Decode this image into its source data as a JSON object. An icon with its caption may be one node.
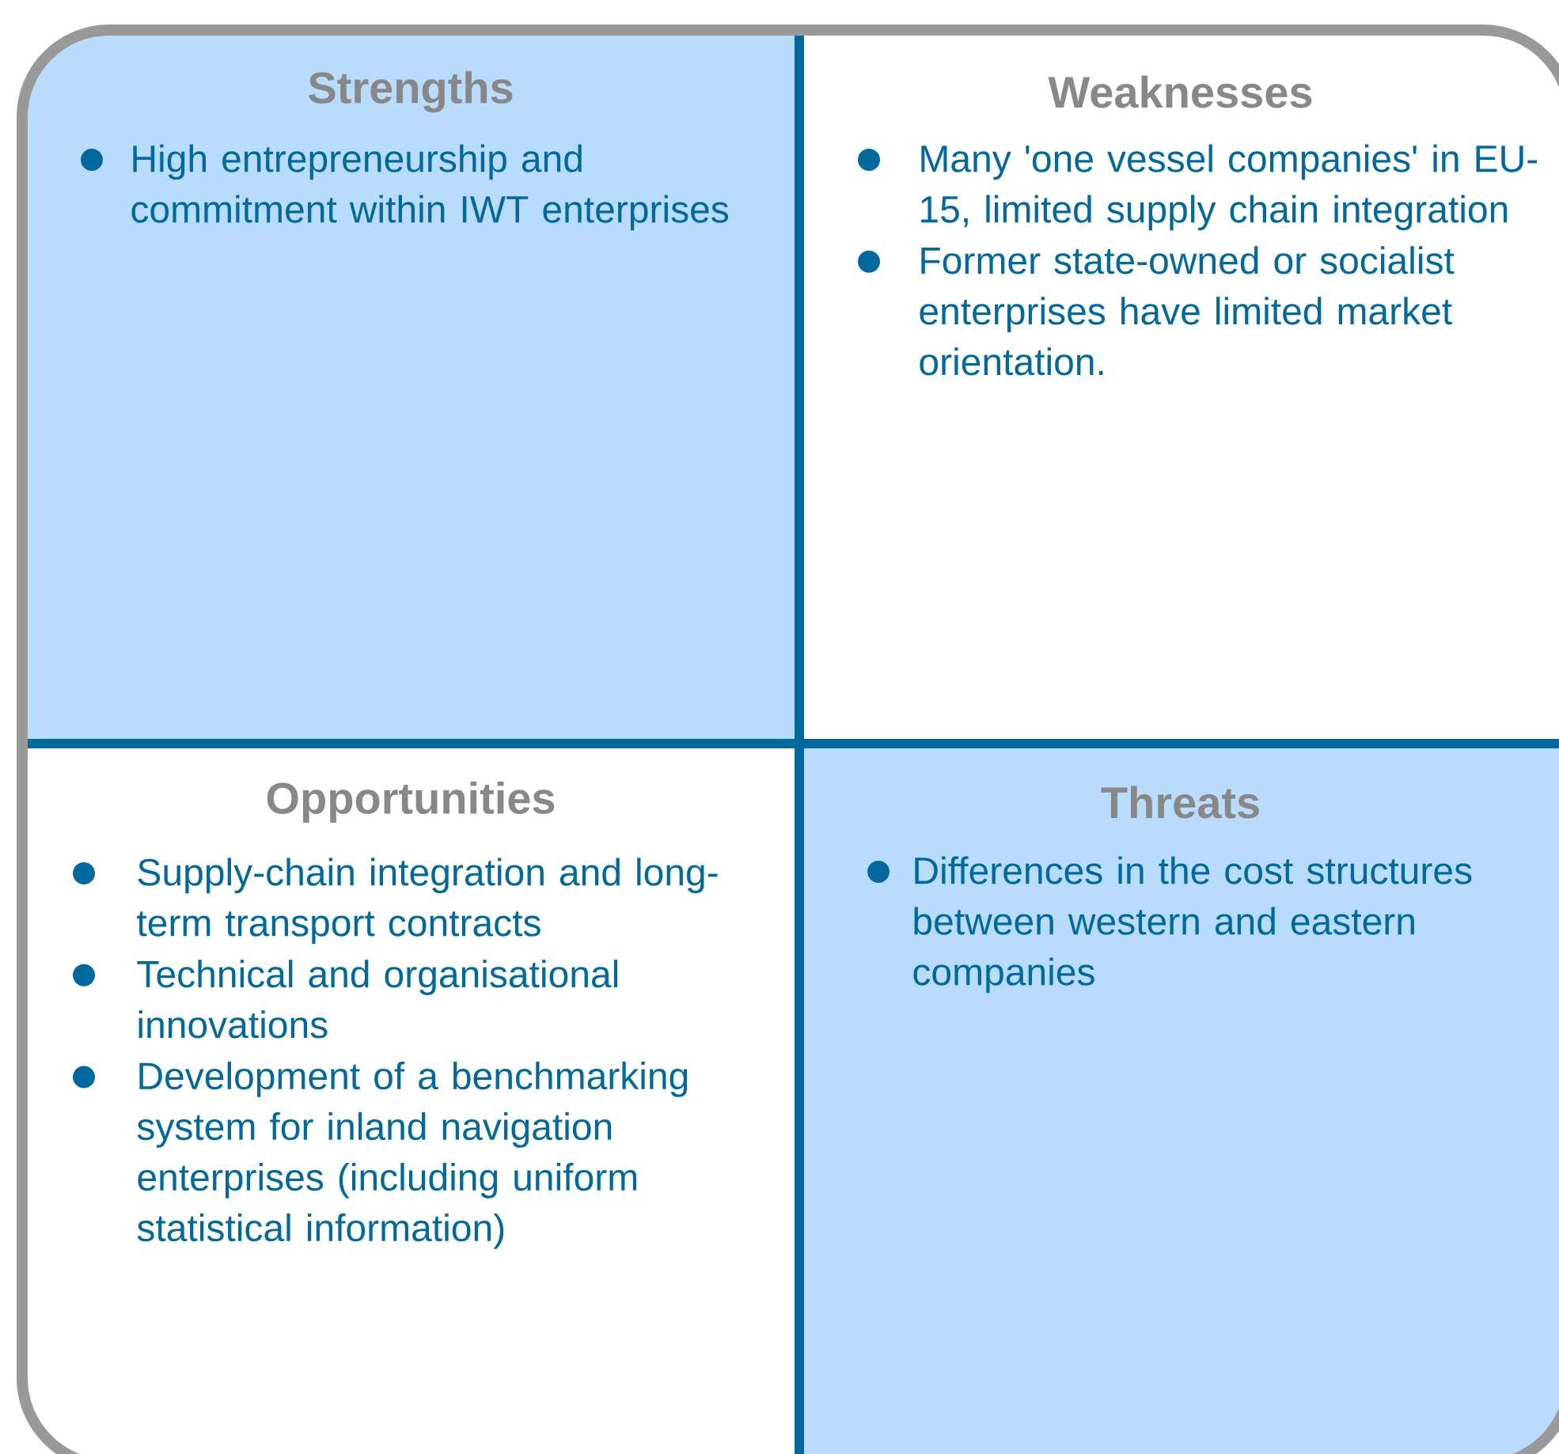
{
  "diagram": {
    "nodes": [
      {
        "text": [
          "Strengths",
          "High entrepreneurship and commitment within IWT enterprises"
        ]
      },
      {
        "text": [
          "Weaknesses",
          "Many 'one vessel companies' in EU-15, limited supply chain integration",
          "Former state-owned or socialist enterprises have limited market orientation."
        ]
      },
      {
        "text": [
          "Opportunities",
          "Supply-chain integration and long-term transport contracts",
          "Technical and organisational innovations",
          "Development of a benchmarking system for inland navigation enterprises (including uniform statistical information)"
        ]
      },
      {
        "text": [
          "Threats",
          "Differences in the cost structures between western and eastern companies"
        ]
      }
    ]
  }
}
